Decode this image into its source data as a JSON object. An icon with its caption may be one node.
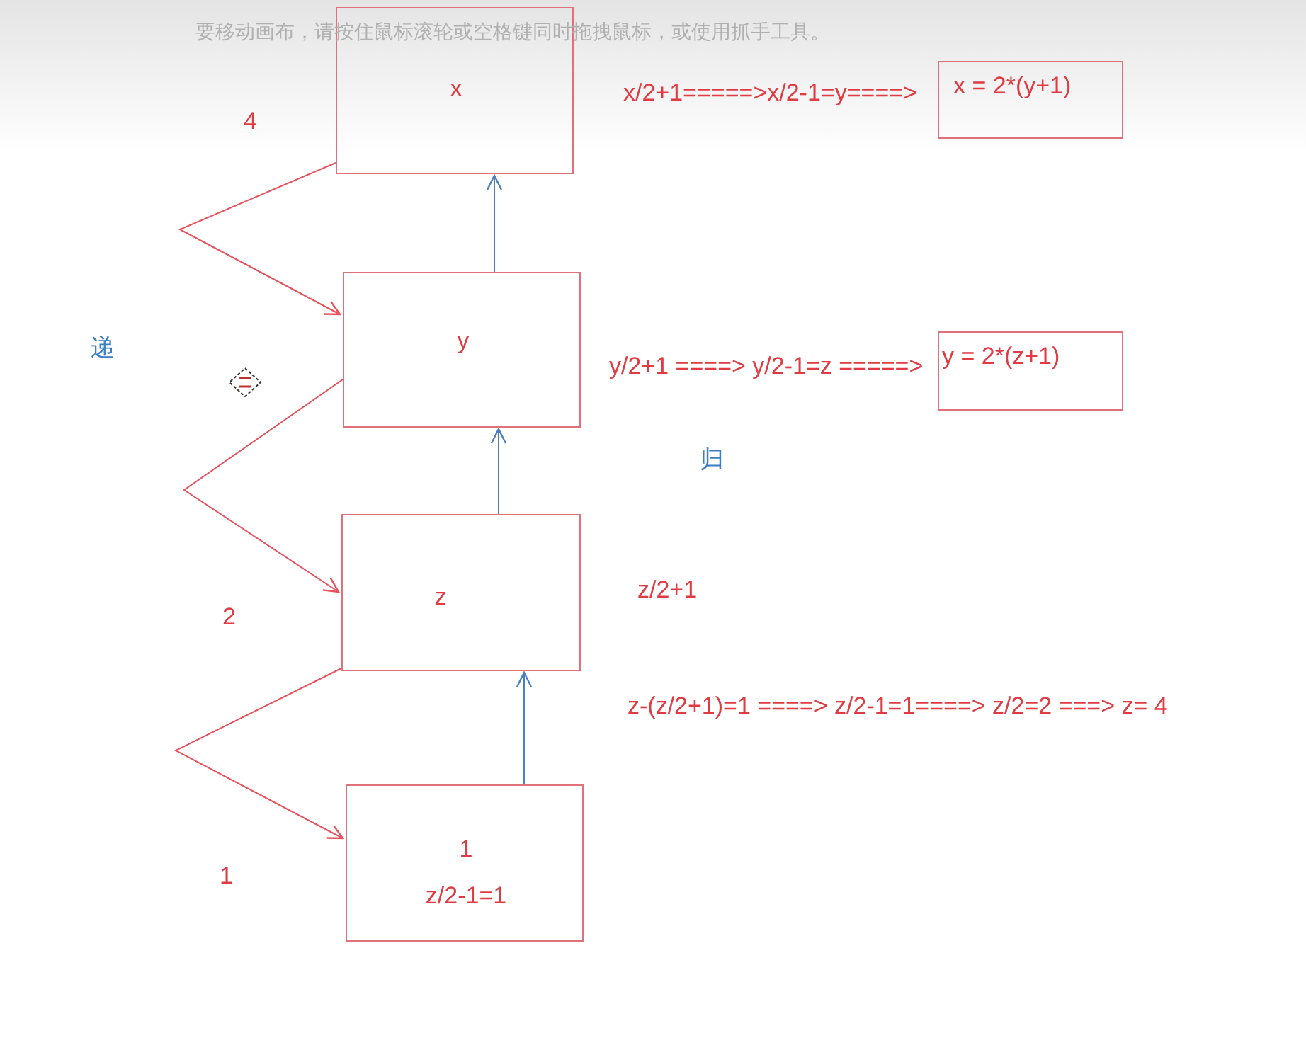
{
  "diagram": {
    "nodes": [
      {
        "text": [
          "x"
        ]
      },
      {
        "text": [
          "y"
        ]
      },
      {
        "text": [
          "z"
        ]
      },
      {
        "text": [
          "1",
          "z/2-1=1"
        ]
      },
      {
        "text": [
          "x = 2*(y+1)"
        ]
      },
      {
        "text": [
          "y = 2*(z+1)"
        ]
      }
    ],
    "edges": [
      {
        "from": 0,
        "to": 1,
        "arrow": "to",
        "color": "#e8505a"
      },
      {
        "from": 1,
        "to": 2,
        "arrow": "to",
        "color": "#e8505a"
      },
      {
        "from": 2,
        "to": 3,
        "arrow": "to",
        "color": "#e8505a"
      },
      {
        "from": 3,
        "to": 2,
        "arrow": "to",
        "color": "#4a7fc0"
      },
      {
        "from": 2,
        "to": 1,
        "arrow": "to",
        "color": "#4a7fc0"
      },
      {
        "from": 1,
        "to": 0,
        "arrow": "to",
        "color": "#4a7fc0"
      }
    ],
    "labels": [
      "要移动画布，请按住鼠标滚轮或空格键同时拖拽鼠标，或使用抓手工具。",
      "x/2+1=====>x/2-1=y====>",
      "4",
      "递",
      "y/2+1 ====> y/2-1=z =====>",
      "归",
      "z/2+1",
      "2",
      "z-(z/2+1)=1 ====> z/2-1=1====> z/2=2 ===> z= 4",
      "1"
    ]
  }
}
